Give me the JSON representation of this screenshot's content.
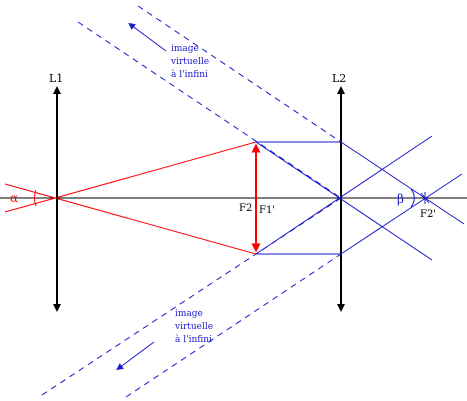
{
  "labels": {
    "lens1": "L1",
    "lens2": "L2",
    "focus2": "F2",
    "focus1_prime": "F1'",
    "focus2_prime": "F2'",
    "alpha": "α",
    "beta": "β"
  },
  "annotations": {
    "top": [
      "image",
      "virtuelle",
      "à l'infini"
    ],
    "bottom": [
      "image",
      "virtuelle",
      "à l'infini"
    ]
  },
  "colors": {
    "axis": "#000000",
    "incident_rays": "#ff0000",
    "intermediate_image": "#ff0000",
    "emergent_rays": "#1a1acc",
    "virtual_rays": "#1a1acc"
  }
}
